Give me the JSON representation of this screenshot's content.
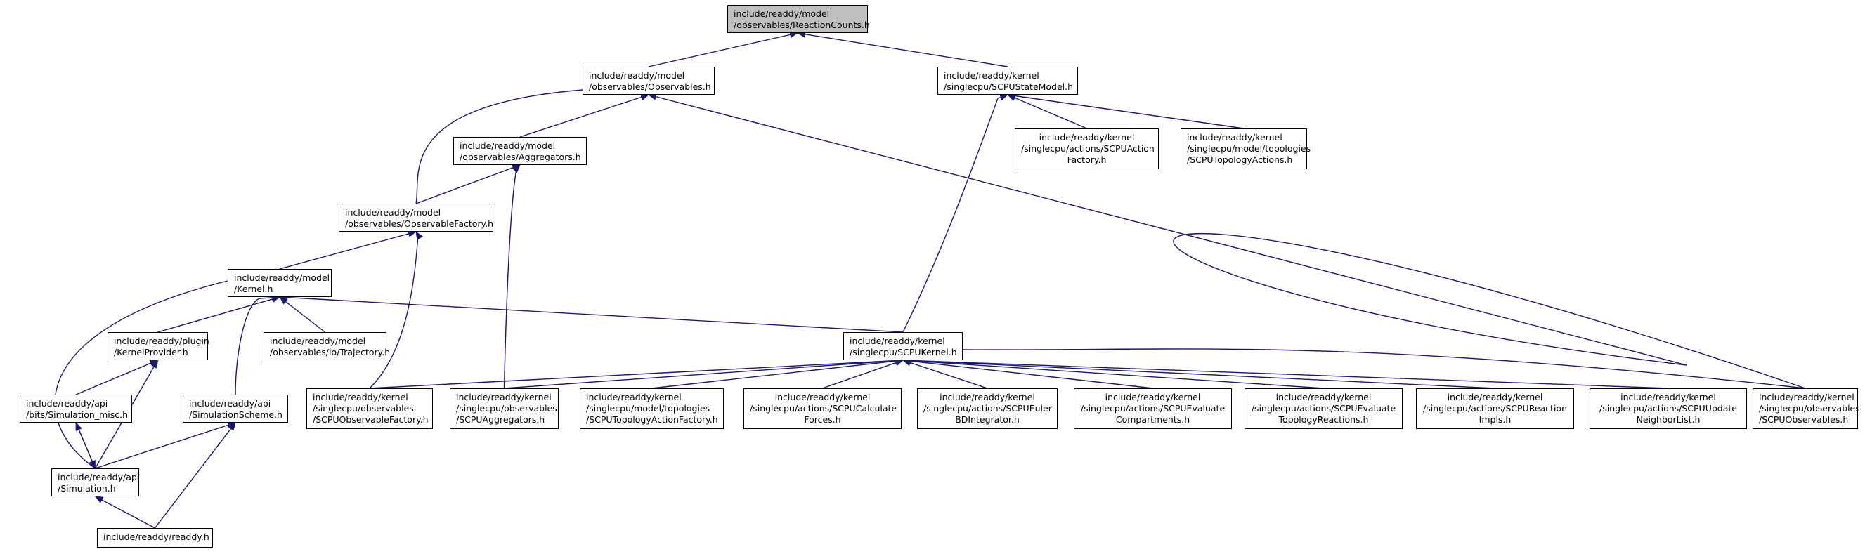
{
  "diagram": {
    "edge_color": "#191970",
    "root_fill": "#bfbfbf",
    "nodes": [
      {
        "id": "reactioncounts",
        "lines": [
          "include/readdy/model",
          "/observables/ReactionCounts.h"
        ],
        "root": true
      },
      {
        "id": "observables",
        "lines": [
          "include/readdy/model",
          "/observables/Observables.h"
        ]
      },
      {
        "id": "scpustatemodel",
        "lines": [
          "include/readdy/kernel",
          "/singlecpu/SCPUStateModel.h"
        ]
      },
      {
        "id": "aggregators",
        "lines": [
          "include/readdy/model",
          "/observables/Aggregators.h"
        ]
      },
      {
        "id": "scpuactionfactory",
        "lines": [
          "include/readdy/kernel",
          "/singlecpu/actions/SCPUAction",
          "Factory.h"
        ],
        "center": true
      },
      {
        "id": "scputopologyactions",
        "lines": [
          "include/readdy/kernel",
          "/singlecpu/model/topologies",
          "/SCPUTopologyActions.h"
        ]
      },
      {
        "id": "observablefactory",
        "lines": [
          "include/readdy/model",
          "/observables/ObservableFactory.h"
        ]
      },
      {
        "id": "kernel",
        "lines": [
          "include/readdy/model",
          "/Kernel.h"
        ]
      },
      {
        "id": "kernelprovider",
        "lines": [
          "include/readdy/plugin",
          "/KernelProvider.h"
        ]
      },
      {
        "id": "trajectory",
        "lines": [
          "include/readdy/model",
          "/observables/io/Trajectory.h"
        ]
      },
      {
        "id": "scpukernel",
        "lines": [
          "include/readdy/kernel",
          "/singlecpu/SCPUKernel.h"
        ]
      },
      {
        "id": "simulationmisc",
        "lines": [
          "include/readdy/api",
          "/bits/Simulation_misc.h"
        ]
      },
      {
        "id": "simulationscheme",
        "lines": [
          "include/readdy/api",
          "/SimulationScheme.h"
        ]
      },
      {
        "id": "scpuobservablefactory",
        "lines": [
          "include/readdy/kernel",
          "/singlecpu/observables",
          "/SCPUObservableFactory.h"
        ]
      },
      {
        "id": "scpuaggregators",
        "lines": [
          "include/readdy/kernel",
          "/singlecpu/observables",
          "/SCPUAggregators.h"
        ]
      },
      {
        "id": "scputopologyactionfactory",
        "lines": [
          "include/readdy/kernel",
          "/singlecpu/model/topologies",
          "/SCPUTopologyActionFactory.h"
        ]
      },
      {
        "id": "scpucalculateforces",
        "lines": [
          "include/readdy/kernel",
          "/singlecpu/actions/SCPUCalculate",
          "Forces.h"
        ],
        "center": true
      },
      {
        "id": "scpueulerbdintegrator",
        "lines": [
          "include/readdy/kernel",
          "/singlecpu/actions/SCPUEuler",
          "BDIntegrator.h"
        ],
        "center": true
      },
      {
        "id": "scpuevaluatecompartments",
        "lines": [
          "include/readdy/kernel",
          "/singlecpu/actions/SCPUEvaluate",
          "Compartments.h"
        ],
        "center": true
      },
      {
        "id": "scpuevaluatetopologyreactions",
        "lines": [
          "include/readdy/kernel",
          "/singlecpu/actions/SCPUEvaluate",
          "TopologyReactions.h"
        ],
        "center": true
      },
      {
        "id": "scpureactionimpls",
        "lines": [
          "include/readdy/kernel",
          "/singlecpu/actions/SCPUReaction",
          "Impls.h"
        ],
        "center": true
      },
      {
        "id": "scpuupdateneighborlist",
        "lines": [
          "include/readdy/kernel",
          "/singlecpu/actions/SCPUUpdate",
          "NeighborList.h"
        ],
        "center": true
      },
      {
        "id": "scpuobservables",
        "lines": [
          "include/readdy/kernel",
          "/singlecpu/observables",
          "/SCPUObservables.h"
        ]
      },
      {
        "id": "simulation",
        "lines": [
          "include/readdy/api",
          "/Simulation.h"
        ]
      },
      {
        "id": "readdy",
        "lines": [
          "include/readdy/readdy.h"
        ]
      }
    ],
    "edges": [
      {
        "from": "observables",
        "to": "reactioncounts"
      },
      {
        "from": "scpustatemodel",
        "to": "reactioncounts"
      },
      {
        "from": "aggregators",
        "to": "observables"
      },
      {
        "from": "observablefactory",
        "to": "observables"
      },
      {
        "from": "scpuobservables",
        "to": "observables"
      },
      {
        "from": "scpuactionfactory",
        "to": "scpustatemodel"
      },
      {
        "from": "scputopologyactions",
        "to": "scpustatemodel"
      },
      {
        "from": "scpukernel",
        "to": "scpustatemodel"
      },
      {
        "from": "observablefactory",
        "to": "aggregators"
      },
      {
        "from": "scpuaggregators",
        "to": "aggregators"
      },
      {
        "from": "kernel",
        "to": "observablefactory"
      },
      {
        "from": "scpuobservablefactory",
        "to": "observablefactory"
      },
      {
        "from": "kernelprovider",
        "to": "kernel"
      },
      {
        "from": "trajectory",
        "to": "kernel"
      },
      {
        "from": "simulationscheme",
        "to": "kernel"
      },
      {
        "from": "simulation",
        "to": "kernel"
      },
      {
        "from": "scpukernel",
        "to": "kernel"
      },
      {
        "from": "simulationmisc",
        "to": "kernelprovider"
      },
      {
        "from": "simulation",
        "to": "kernelprovider"
      },
      {
        "from": "simulation",
        "to": "simulationmisc"
      },
      {
        "from": "simulationmisc",
        "to": "simulation"
      },
      {
        "from": "simulation",
        "to": "simulationscheme"
      },
      {
        "from": "readdy",
        "to": "simulationscheme"
      },
      {
        "from": "readdy",
        "to": "simulation"
      },
      {
        "from": "scpuobservablefactory",
        "to": "scpukernel"
      },
      {
        "from": "scpuaggregators",
        "to": "scpukernel"
      },
      {
        "from": "scputopologyactionfactory",
        "to": "scpukernel"
      },
      {
        "from": "scpucalculateforces",
        "to": "scpukernel"
      },
      {
        "from": "scpueulerbdintegrator",
        "to": "scpukernel"
      },
      {
        "from": "scpuevaluatecompartments",
        "to": "scpukernel"
      },
      {
        "from": "scpuevaluatetopologyreactions",
        "to": "scpukernel"
      },
      {
        "from": "scpureactionimpls",
        "to": "scpukernel"
      },
      {
        "from": "scpuupdateneighborlist",
        "to": "scpukernel"
      },
      {
        "from": "scpuobservables",
        "to": "scpukernel"
      }
    ]
  }
}
